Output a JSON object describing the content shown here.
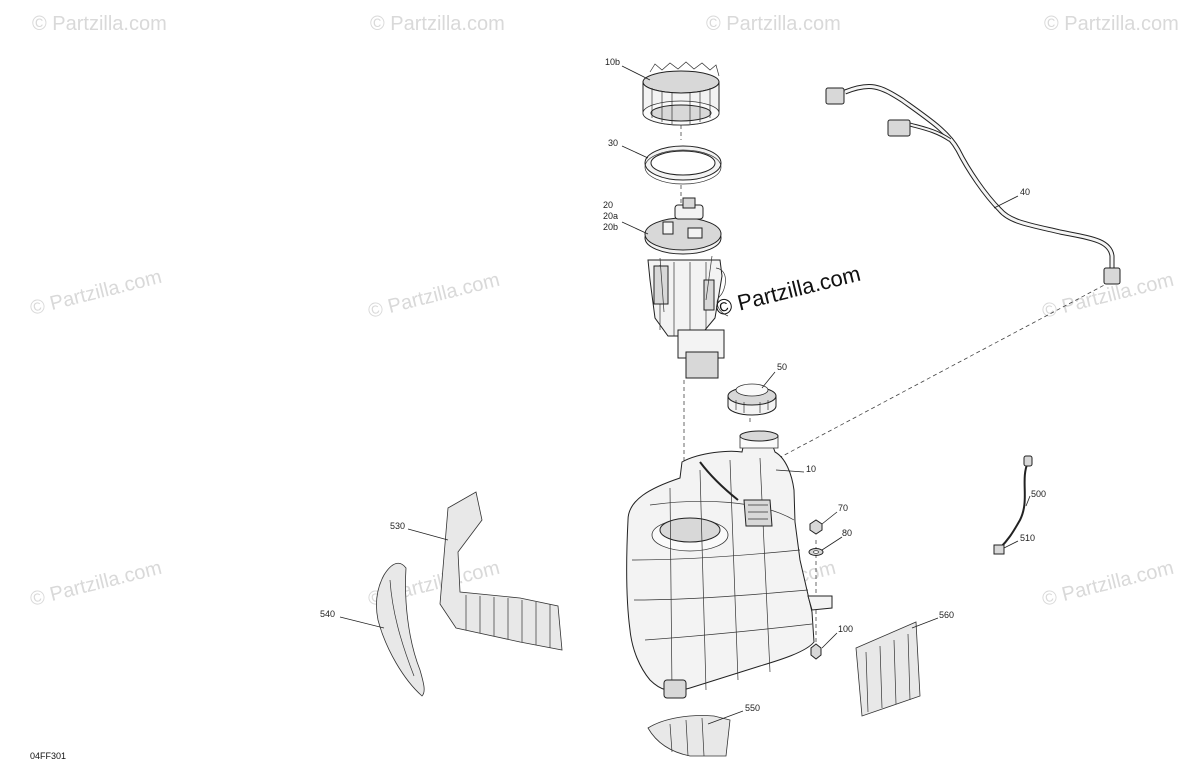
{
  "diagram": {
    "code": "04FF301",
    "watermark_text": "© Partzilla.com",
    "callouts": [
      {
        "id": "10b",
        "label": "10b"
      },
      {
        "id": "30",
        "label": "30"
      },
      {
        "id": "20",
        "label": "20"
      },
      {
        "id": "20a",
        "label": "20a"
      },
      {
        "id": "20b",
        "label": "20b"
      },
      {
        "id": "40",
        "label": "40"
      },
      {
        "id": "50",
        "label": "50"
      },
      {
        "id": "10",
        "label": "10"
      },
      {
        "id": "70",
        "label": "70"
      },
      {
        "id": "80",
        "label": "80"
      },
      {
        "id": "100",
        "label": "100"
      },
      {
        "id": "500",
        "label": "500"
      },
      {
        "id": "510",
        "label": "510"
      },
      {
        "id": "530",
        "label": "530"
      },
      {
        "id": "540",
        "label": "540"
      },
      {
        "id": "550",
        "label": "550"
      },
      {
        "id": "560",
        "label": "560"
      }
    ]
  }
}
